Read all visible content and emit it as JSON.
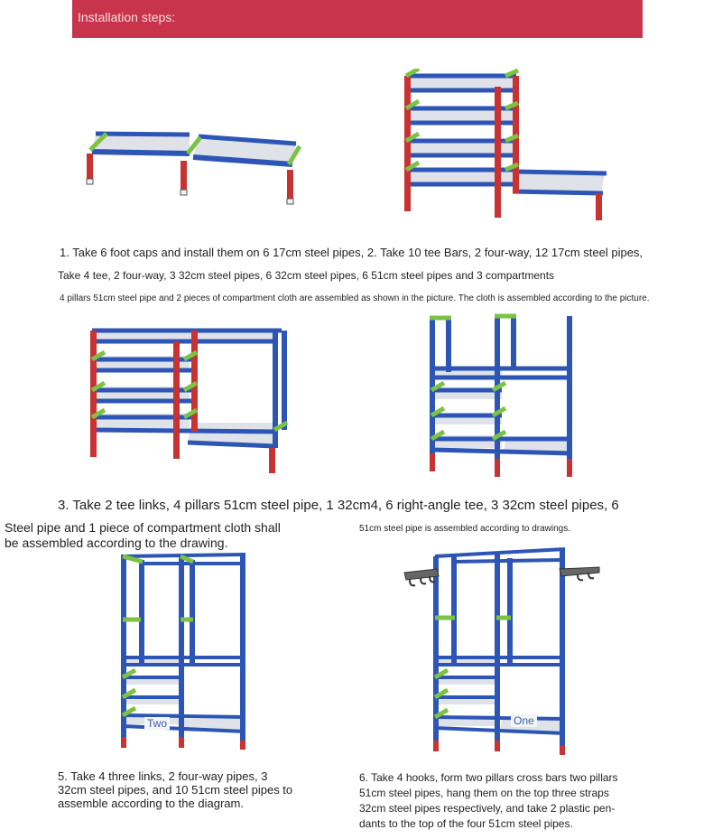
{
  "banner": {
    "title": "Installation steps:"
  },
  "steps": {
    "s1": "1. Take 6 foot caps and install them on 6 17cm steel pipes, 2. Take 10 tee Bars, 2 four-way, 12 17cm steel pipes,",
    "s2": "Take 4 tee, 2 four-way, 3 32cm steel pipes, 6 32cm steel pipes, 6 51cm steel pipes and 3 compartments",
    "s3": "4 pillars 51cm steel pipe and 2 pieces of compartment cloth are assembled as shown in the picture. The cloth is assembled according to the picture.",
    "s4": "3. Take 2 tee links, 4 pillars 51cm steel pipe, 1 32cm4, 6 right-angle tee, 3 32cm steel pipes, 6",
    "s5a": "Steel pipe and 1 piece of compartment cloth shall",
    "s5b": "be assembled according to the drawing.",
    "s6": "51cm steel pipe is assembled according to drawings.",
    "s7a": "5. Take 4 three links, 2 four-way pipes, 3",
    "s7b": "32cm steel pipes, and 10 51cm steel pipes to",
    "s7c": "assemble according to the diagram.",
    "s8a": "6. Take 4 hooks, form two pillars cross bars two pillars",
    "s8b": "51cm steel pipes, hang them on the top three straps",
    "s8c": "32cm steel pipes respectively, and take 2 plastic pen-",
    "s8d": "dants to the top of the four 51cm steel pipes."
  },
  "labels": {
    "two": "Two",
    "one": "One"
  },
  "colors": {
    "banner": "#c8344c",
    "pipe": "#2d55b5",
    "joint": "#7cc243",
    "leg": "#c83232",
    "cloth": "#dfe2e8"
  }
}
